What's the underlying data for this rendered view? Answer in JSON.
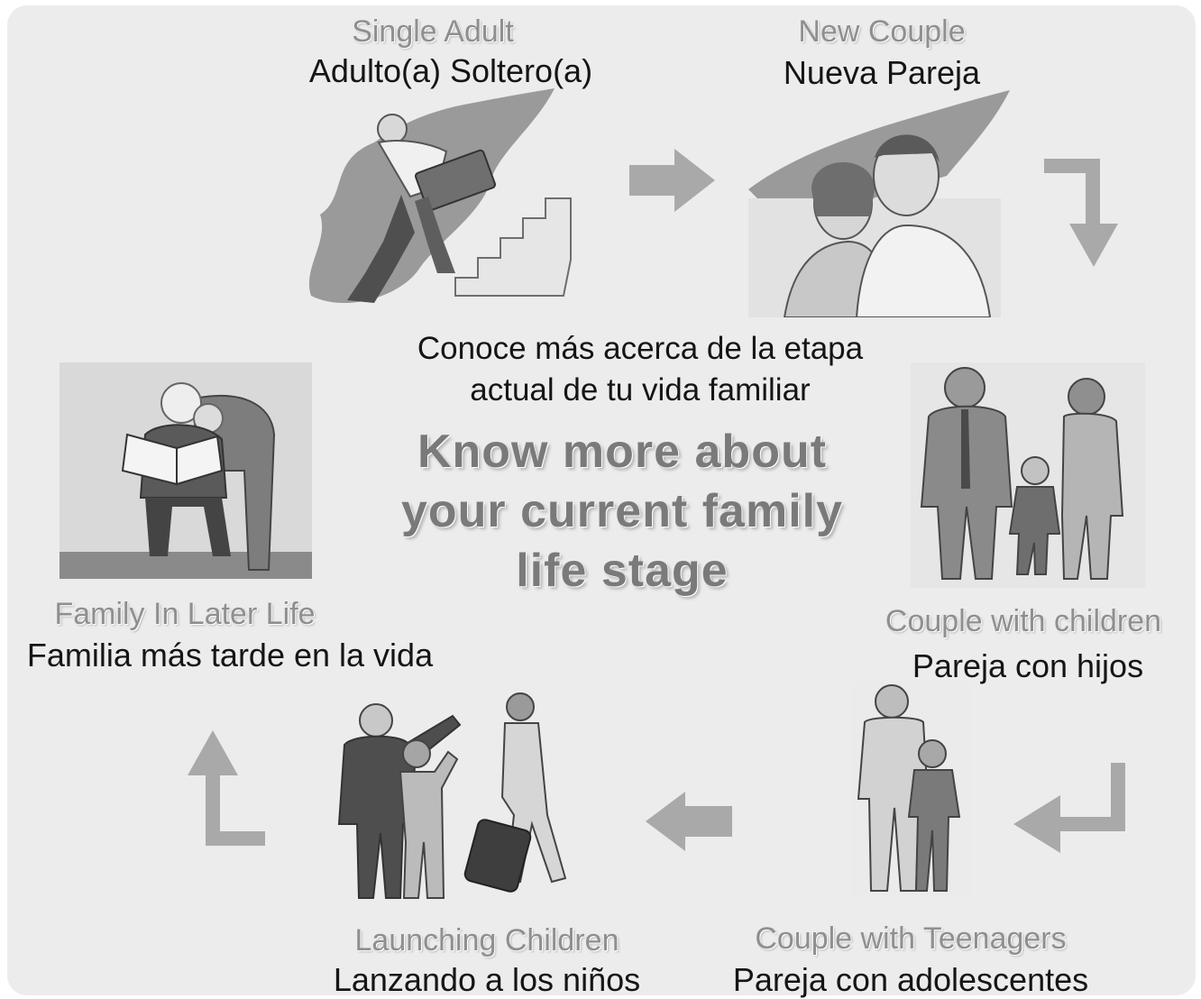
{
  "center": {
    "spanish_line1": "Conoce más acerca de la etapa",
    "spanish_line2": "actual de tu vida familiar",
    "english_line1": "Know more about",
    "english_line2": "your current family",
    "english_line3": "life stage"
  },
  "stages": {
    "single_adult": {
      "en": "Single Adult",
      "es": "Adulto(a) Soltero(a)"
    },
    "new_couple": {
      "en": "New Couple",
      "es": "Nueva Pareja"
    },
    "couple_children": {
      "en": "Couple with children",
      "es": "Pareja con hijos"
    },
    "couple_teenagers": {
      "en": "Couple with Teenagers",
      "es": "Pareja con adolescentes"
    },
    "launching_children": {
      "en": "Launching Children",
      "es": "Lanzando a los niños"
    },
    "later_life": {
      "en": "Family In Later Life",
      "es": "Familia más tarde en la vida"
    }
  },
  "colors": {
    "panel": "#ececec",
    "arrow": "#a9a9a9",
    "english_label": "#8f8f8f",
    "spanish_label": "#151515",
    "center_english": "#7a7a7a"
  }
}
